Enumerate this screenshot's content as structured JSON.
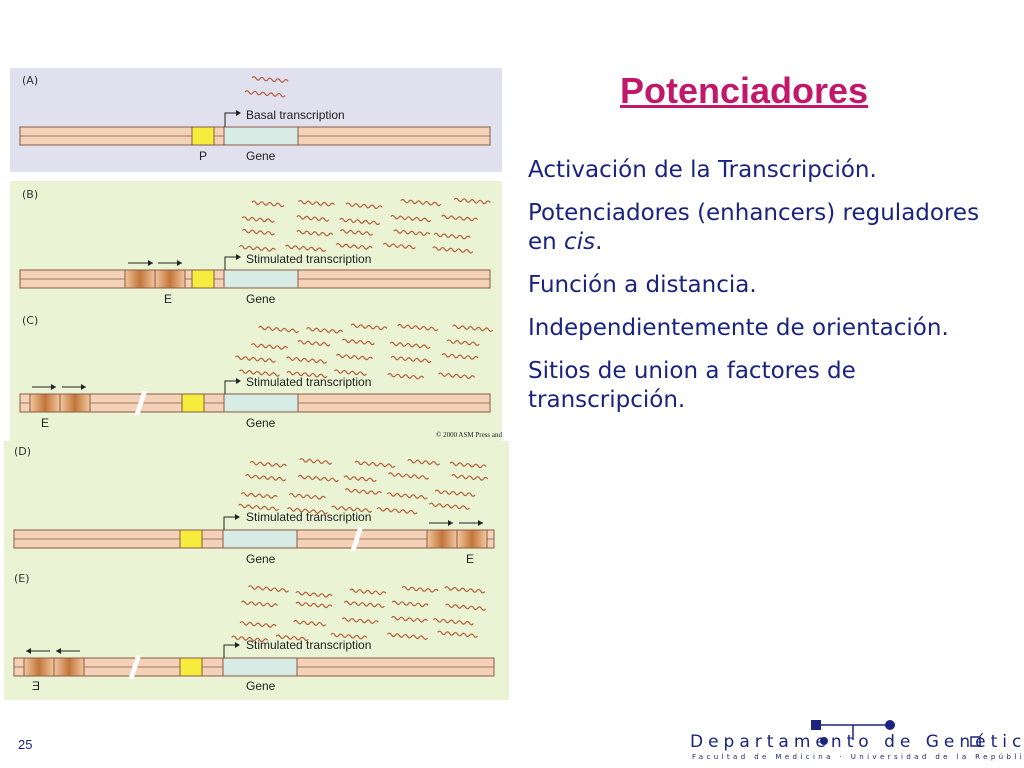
{
  "title": "Potenciadores",
  "bullets": [
    {
      "text": "Activación de la Transcripción."
    },
    {
      "text_before": "Potenciadores (enhancers) reguladores en ",
      "italic": "cis",
      "text_after": "."
    },
    {
      "text": "Función a distancia."
    },
    {
      "text": "Independientemente de orientación."
    },
    {
      "text": "Sitios de union a factores de transcripción."
    }
  ],
  "figure": {
    "colors": {
      "panel_a_bg": "#e0e0ee",
      "panel_bg": "#eaf3d4",
      "dna": "#f4d2b8",
      "dna_stroke": "#8a5a44",
      "promoter": "#f6ec3c",
      "gene": "#d7ece4",
      "enhancer": "#c2763a",
      "rna": "#b3603a"
    },
    "panels": [
      {
        "label": "(A)",
        "caption": "Basal transcription",
        "gene_label": "Gene",
        "element_label": "P"
      },
      {
        "label": "(B)",
        "caption": "Stimulated transcription",
        "gene_label": "Gene",
        "element_label": "E"
      },
      {
        "label": "(C)",
        "caption": "Stimulated transcription",
        "gene_label": "Gene",
        "element_label": "E"
      },
      {
        "label": "(D)",
        "caption": "Stimulated transcription",
        "gene_label": "Gene",
        "element_label": "E"
      },
      {
        "label": "(E)",
        "caption": "Stimulated transcription",
        "gene_label": "Gene",
        "element_label": "E"
      }
    ],
    "copyright": "© 2000 ASM Press and"
  },
  "footer": {
    "slide_number": "25",
    "department": "Departamento de Genética",
    "department_sub": "Facultad de Medicina · Universidad de la República"
  }
}
